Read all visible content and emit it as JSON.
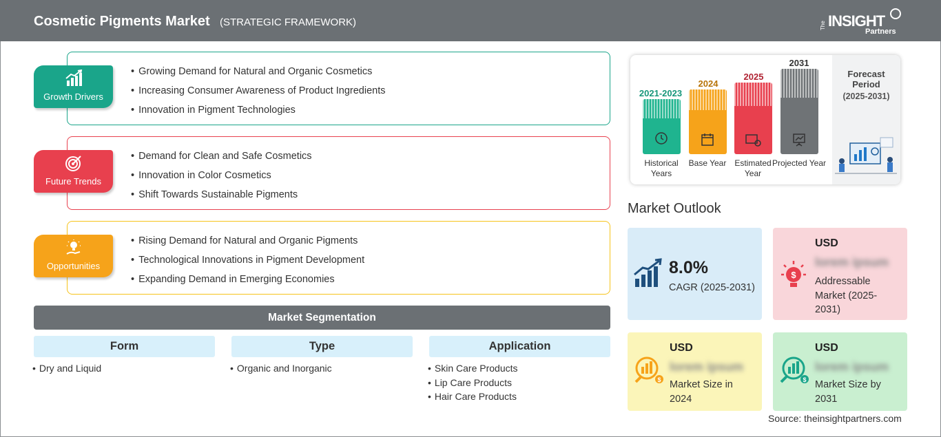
{
  "header": {
    "title": "Cosmetic Pigments Market",
    "subtitle": "(STRATEGIC FRAMEWORK)",
    "logo": {
      "the": "The",
      "insight": "INSIGHT",
      "partners": "Partners"
    }
  },
  "framework": [
    {
      "label": "Growth Drivers",
      "icon": "growth-chart-icon",
      "color": "#1aa58a",
      "items": [
        "Growing Demand for Natural and Organic Cosmetics",
        "Increasing Consumer Awareness of Product Ingredients",
        "Innovation in Pigment Technologies"
      ]
    },
    {
      "label": "Future Trends",
      "icon": "target-icon",
      "color": "#e8404e",
      "items": [
        "Demand for Clean and Safe Cosmetics",
        "Innovation in Color Cosmetics",
        "Shift Towards Sustainable Pigments"
      ]
    },
    {
      "label": "Opportunities",
      "icon": "lightbulb-hand-icon",
      "color": "#f6a31a",
      "items": [
        "Rising Demand for Natural and Organic Pigments",
        "Technological Innovations in Pigment Development",
        "Expanding Demand in Emerging Economies"
      ]
    }
  ],
  "segmentation": {
    "title": "Market Segmentation",
    "columns": [
      {
        "head": "Form",
        "items": [
          "Dry and Liquid"
        ]
      },
      {
        "head": "Type",
        "items": [
          "Organic and Inorganic"
        ]
      },
      {
        "head": "Application",
        "items": [
          "Skin Care Products",
          "Lip Care Products",
          "Hair Care Products"
        ]
      }
    ]
  },
  "timeline": {
    "bars": [
      {
        "year": "2021-2023",
        "label": "Historical Years",
        "color": "#1fb48f",
        "year_color": "#16967a",
        "icon": "history-icon"
      },
      {
        "year": "2024",
        "label": "Base Year",
        "color": "#f6a31a",
        "year_color": "#b77307",
        "icon": "calendar-icon"
      },
      {
        "year": "2025",
        "label": "Estimated Year",
        "color": "#e8404e",
        "year_color": "#b02333",
        "icon": "gear-chart-icon"
      },
      {
        "year": "2031",
        "label": "Projected Year",
        "color": "#6f7376",
        "year_color": "#333333",
        "icon": "presentation-icon"
      }
    ],
    "forecast_title": "Forecast Period",
    "forecast_range": "(2025-2031)"
  },
  "outlook": {
    "title": "Market Outlook",
    "cagr": {
      "value": "8.0%",
      "label": "CAGR (2025-2031)",
      "bg": "#d9ecf8"
    },
    "addressable": {
      "usd": "USD",
      "blur": "lorem ipsum",
      "label": "Addressable Market (2025-2031)",
      "bg": "#f9d6da"
    },
    "size2024": {
      "usd": "USD",
      "blur": "lorem ipsum",
      "label": "Market Size in 2024",
      "bg": "#fbf5b9"
    },
    "size2031": {
      "usd": "USD",
      "blur": "lorem ipsum",
      "label": "Market Size by 2031",
      "bg": "#c9efd0"
    }
  },
  "source": "Source: theinsightpartners.com"
}
